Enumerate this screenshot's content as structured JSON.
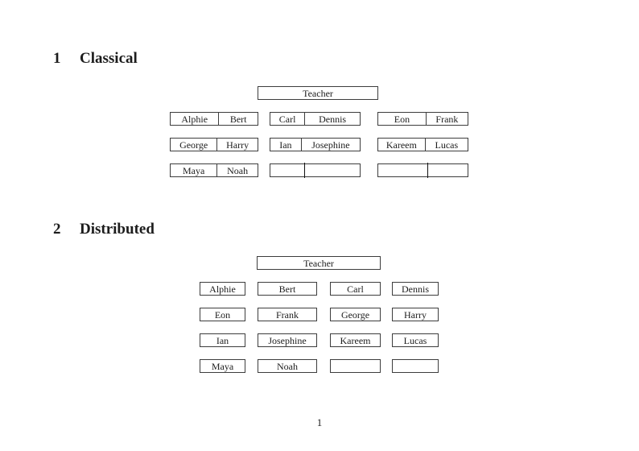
{
  "classical": {
    "heading_number": "1",
    "heading_title": "Classical",
    "teacher_label": "Teacher",
    "desks": [
      {
        "left": "Alphie",
        "right": "Bert"
      },
      {
        "left": "Carl",
        "right": "Dennis"
      },
      {
        "left": "Eon",
        "right": "Frank"
      },
      {
        "left": "George",
        "right": "Harry"
      },
      {
        "left": "Ian",
        "right": "Josephine"
      },
      {
        "left": "Kareem",
        "right": "Lucas"
      },
      {
        "left": "Maya",
        "right": "Noah"
      },
      {
        "left": "",
        "right": ""
      },
      {
        "left": "",
        "right": ""
      }
    ]
  },
  "distributed": {
    "heading_number": "2",
    "heading_title": "Distributed",
    "teacher_label": "Teacher",
    "seats": [
      "Alphie",
      "Bert",
      "Carl",
      "Dennis",
      "Eon",
      "Frank",
      "George",
      "Harry",
      "Ian",
      "Josephine",
      "Kareem",
      "Lucas",
      "Maya",
      "Noah",
      "",
      ""
    ]
  },
  "footer": {
    "page_number": "1"
  }
}
